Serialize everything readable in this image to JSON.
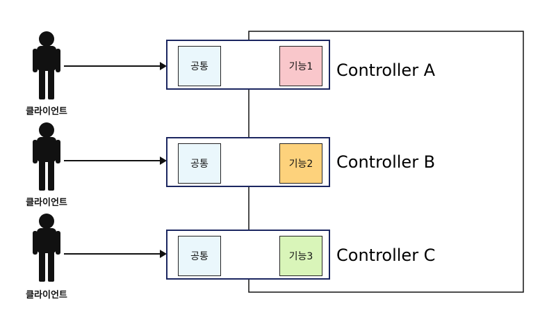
{
  "clients": [
    {
      "label": "클라이언트"
    },
    {
      "label": "클라이언트"
    },
    {
      "label": "클라이언트"
    }
  ],
  "controllers": [
    {
      "name": "Controller A",
      "common": "공통",
      "feature": "기능1",
      "feature_color": "#f9c7cb"
    },
    {
      "name": "Controller B",
      "common": "공통",
      "feature": "기능2",
      "feature_color": "#fdd27c"
    },
    {
      "name": "Controller C",
      "common": "공통",
      "feature": "기능3",
      "feature_color": "#d9f5b9"
    }
  ],
  "colors": {
    "common_fill": "#eaf7fc",
    "controller_border": "#1b2660",
    "person": "#111111"
  },
  "icons": {
    "client": "person-icon"
  }
}
